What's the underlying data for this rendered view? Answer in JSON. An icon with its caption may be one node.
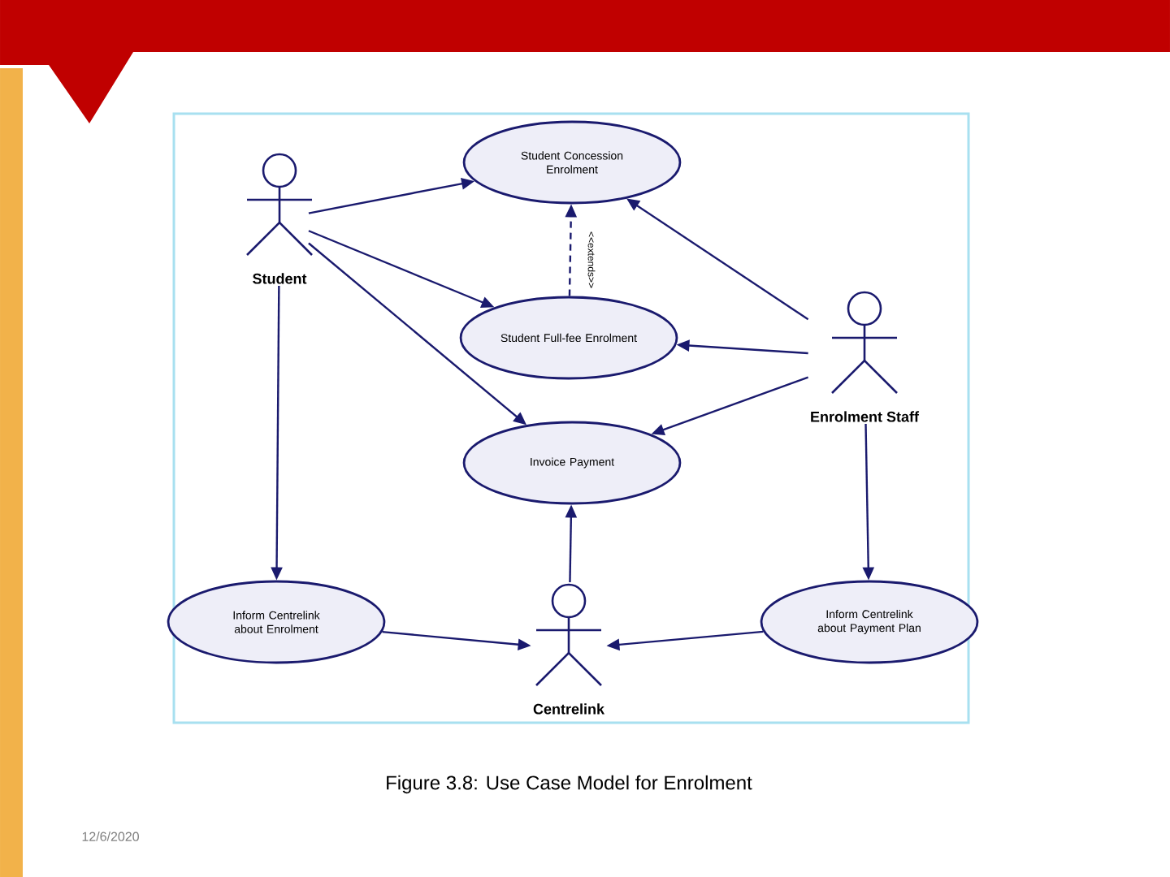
{
  "diagram": {
    "caption": "Figure 3.8: Use Case Model for Enrolment",
    "nodes": [
      {
        "text": [
          "Student"
        ]
      },
      {
        "text": [
          "Student Concession Enrolment"
        ]
      },
      {
        "text": [
          "Student Full-fee Enrolment"
        ]
      },
      {
        "text": [
          "Enrolment Staff"
        ]
      },
      {
        "text": [
          "Invoice Payment"
        ]
      },
      {
        "text": [
          "Inform Centrelink about Enrolment"
        ]
      },
      {
        "text": [
          "Centrelink"
        ]
      },
      {
        "text": [
          "Inform Centrelink about Payment Plan"
        ]
      }
    ],
    "edges": [
      {
        "from": 0,
        "to": 1,
        "arrow": "to"
      },
      {
        "from": 0,
        "to": 2,
        "arrow": "to"
      },
      {
        "from": 0,
        "to": 4,
        "arrow": "to"
      },
      {
        "from": 0,
        "to": 5,
        "arrow": "to"
      },
      {
        "from": 2,
        "to": 1,
        "arrow": "to",
        "style": "dashed",
        "label": "<<extends>>"
      },
      {
        "from": 3,
        "to": 1,
        "arrow": "to"
      },
      {
        "from": 3,
        "to": 2,
        "arrow": "to"
      },
      {
        "from": 3,
        "to": 4,
        "arrow": "to"
      },
      {
        "from": 3,
        "to": 7,
        "arrow": "to"
      },
      {
        "from": 6,
        "to": 4,
        "arrow": "to"
      },
      {
        "from": 5,
        "to": 6,
        "arrow": "to"
      },
      {
        "from": 7,
        "to": 6,
        "arrow": "to"
      }
    ],
    "labels": [
      "12/6/2020"
    ]
  }
}
